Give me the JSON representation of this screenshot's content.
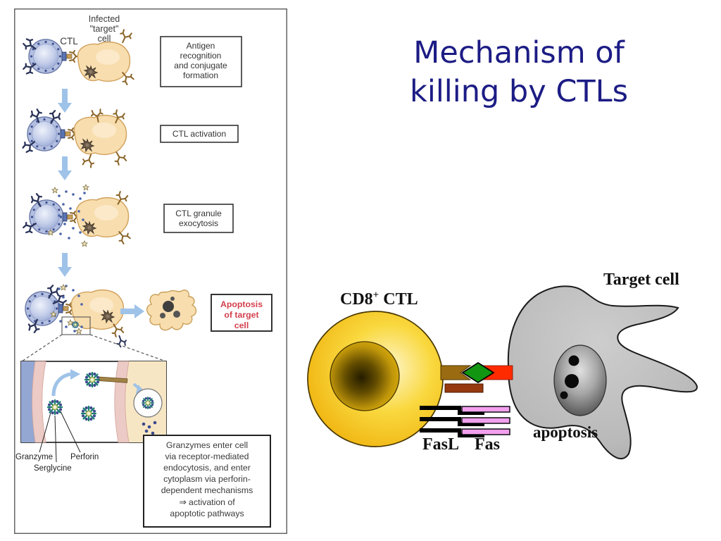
{
  "slide": {
    "title": {
      "line1": "Mechanism of",
      "line2": "killing by CTLs",
      "color": "#1c1c85"
    },
    "background": "#ffffff"
  },
  "left_figure": {
    "label_ctl": "CTL",
    "label_infected": [
      "Infected",
      "\"target\"",
      "cell"
    ],
    "box1": [
      "Antigen",
      "recognition",
      "and conjugate",
      "formation"
    ],
    "box2": "CTL activation",
    "box3": [
      "CTL granule",
      "exocytosis"
    ],
    "box4": [
      "Apoptosis",
      "of target",
      "cell"
    ],
    "box4_color": "#d4404e",
    "inset": {
      "granzyme": "Granzyme",
      "perforin": "Perforin",
      "serglycine": "Serglycine"
    },
    "caption": [
      "Granzymes enter cell",
      "via receptor-mediated",
      "endocytosis, and enter",
      "cytoplasm via perforin-",
      "dependent mechanisms",
      "⇒ activation of",
      "apoptotic pathways"
    ]
  },
  "right_diagram": {
    "cd8_prefix": "CD8",
    "cd8_sup": "+",
    "cd8_suffix": " CTL",
    "target_cell": "Target cell",
    "fasl": "FasL",
    "fas": "Fas",
    "apoptosis": "apoptosis",
    "colors": {
      "ctl_yellow": "#F3C318",
      "red_bar": "#FF2B00",
      "green_diamond": "#129612",
      "brown_bar": "#9A6B10",
      "rust_bar": "#96390E",
      "fas_pink": "#F2A0EE",
      "target_gray": "#BCBCBC"
    }
  }
}
